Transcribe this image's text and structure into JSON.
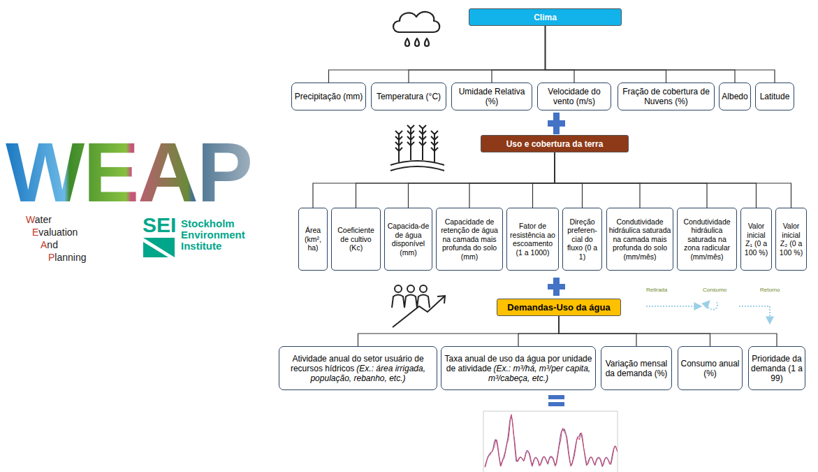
{
  "diagram": {
    "nodes": [
      {
        "text": [
          "Clima"
        ]
      },
      {
        "text": [
          "Precipitação (mm)"
        ]
      },
      {
        "text": [
          "Temperatura (°C)"
        ]
      },
      {
        "text": [
          "Umidade Relativa (%)"
        ]
      },
      {
        "text": [
          "Velocidade do vento (m/s)"
        ]
      },
      {
        "text": [
          "Fração de cobertura de Nuvens (%)"
        ]
      },
      {
        "text": [
          "Albedo"
        ]
      },
      {
        "text": [
          "Latitude"
        ]
      },
      {
        "text": [
          "Uso e cobertura da terra"
        ]
      },
      {
        "text": [
          "Área (km², ha)"
        ]
      },
      {
        "text": [
          "Coeficiente de cultivo (Kc)"
        ]
      },
      {
        "text": [
          "Capacida-de de água disponível (mm)"
        ]
      },
      {
        "text": [
          "Capacidade de retenção de água na camada mais profunda do solo (mm)"
        ]
      },
      {
        "text": [
          "Fator de resistência ao escoamento (1 a 1000)"
        ]
      },
      {
        "text": [
          "Direção preferen-cial do fluxo (0 a 1)"
        ]
      },
      {
        "text": [
          "Condutividade hidráulica saturada na camada mais profunda do solo (mm/mês)"
        ]
      },
      {
        "text": [
          "Condutividade hidráulica saturada na zona radicular (mm/mês)"
        ]
      },
      {
        "text": [
          "Valor inicial Z₁ (0 a 100 %)"
        ]
      },
      {
        "text": [
          "Valor inicial Z₂ (0 a 100 %)"
        ]
      },
      {
        "text": [
          "Demandas-Uso da água"
        ]
      },
      {
        "text": [
          "Atividade anual do setor usuário de recursos hídricos",
          "(Ex.: área irrigada, população, rebanho, etc.)"
        ]
      },
      {
        "text": [
          "Taxa anual de uso da água por unidade de atividade",
          "(Ex.: m³/há, m³/per capita, m³/cabeça, etc.)"
        ]
      },
      {
        "text": [
          "Variação mensal da demanda (%)"
        ]
      },
      {
        "text": [
          "Consumo anual (%)"
        ]
      },
      {
        "text": [
          "Prioridade da demanda (1 a 99)"
        ]
      }
    ],
    "edges": [
      {
        "from": 0,
        "to": 1,
        "arrow": "none"
      },
      {
        "from": 0,
        "to": 2,
        "arrow": "none"
      },
      {
        "from": 0,
        "to": 3,
        "arrow": "none"
      },
      {
        "from": 0,
        "to": 4,
        "arrow": "none"
      },
      {
        "from": 0,
        "to": 5,
        "arrow": "none"
      },
      {
        "from": 0,
        "to": 6,
        "arrow": "none"
      },
      {
        "from": 0,
        "to": 7,
        "arrow": "none"
      },
      {
        "from": 8,
        "to": 9,
        "arrow": "none"
      },
      {
        "from": 8,
        "to": 10,
        "arrow": "none"
      },
      {
        "from": 8,
        "to": 11,
        "arrow": "none"
      },
      {
        "from": 8,
        "to": 12,
        "arrow": "none"
      },
      {
        "from": 8,
        "to": 13,
        "arrow": "none"
      },
      {
        "from": 8,
        "to": 14,
        "arrow": "none"
      },
      {
        "from": 8,
        "to": 15,
        "arrow": "none"
      },
      {
        "from": 8,
        "to": 16,
        "arrow": "none"
      },
      {
        "from": 8,
        "to": 17,
        "arrow": "none"
      },
      {
        "from": 8,
        "to": 18,
        "arrow": "none"
      },
      {
        "from": 19,
        "to": 20,
        "arrow": "none"
      },
      {
        "from": 19,
        "to": 21,
        "arrow": "none"
      },
      {
        "from": 19,
        "to": 22,
        "arrow": "none"
      },
      {
        "from": 19,
        "to": 23,
        "arrow": "none"
      },
      {
        "from": 19,
        "to": 24,
        "arrow": "none"
      }
    ],
    "labels": [
      "WEAP",
      "Water",
      "Evaluation",
      "And",
      "Planning",
      "SEI",
      "Stockholm Environment Institute",
      "Retirada",
      "Consumo",
      "Retorno"
    ]
  }
}
